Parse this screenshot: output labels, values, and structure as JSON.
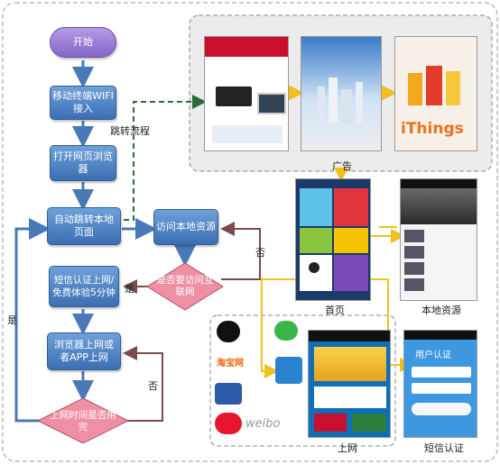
{
  "flow": {
    "start": "开始",
    "step_wifi": "移动终端WIFI接入",
    "step_browser": "打开网页浏览器",
    "step_redirect": "自动跳转本地页面",
    "step_local": "访问本地资源",
    "step_sms": "短信认证上网/免费体验5分钟",
    "step_surf": "浏览器上网或者APP上网",
    "decision_internet": "是否要访问互联网",
    "decision_time": "上网时间是否用完",
    "yes_left": "是",
    "yes_mid": "是",
    "no_right": "否",
    "no_bottom": "否",
    "jump_label": "跳转流程"
  },
  "panels": {
    "ads": "广告",
    "home": "首页",
    "local_resources": "本地资源",
    "internet": "上网",
    "sms_auth": "短信认证"
  },
  "screens": {
    "ad3_word": "iThings",
    "weibo": "weibo",
    "taobao": "淘宝网",
    "auth_title": "用户认证"
  },
  "colors": {
    "box_top": "#6ea0d8",
    "box_bottom": "#3c6fb3",
    "start_fill": "#9b7fd6",
    "decision_fill": "#ef8fa4",
    "arrow": "#4a79b8",
    "dark_green": "#2f6b3a",
    "yellow_line": "#f0c020"
  }
}
